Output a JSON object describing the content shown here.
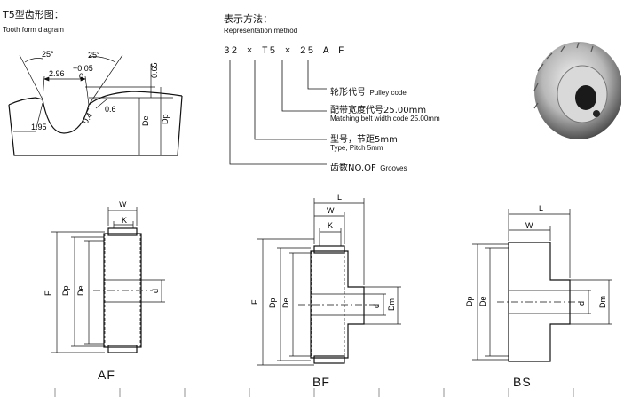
{
  "tooth_form": {
    "title_cn": "T5型齿形图：",
    "title_en": "Tooth form diagram",
    "dims": {
      "angle_left": "25°",
      "angle_right": "25°",
      "width": "2.96",
      "tol_plus": "+0.05",
      "tol_zero": "0",
      "height": "0.65",
      "radius_small": "0.4",
      "radius_big": "0.6",
      "depth": "1.95",
      "de": "De",
      "dp": "Dp"
    }
  },
  "representation": {
    "title_cn": "表示方法：",
    "title_en": "Representation method",
    "code": "32 × T5 × 25   A F",
    "labels": [
      {
        "cn": "轮形代号",
        "en": "Pulley code"
      },
      {
        "cn": "配带宽度代号25.00mm",
        "en": "Matching belt width code 25.00mm"
      },
      {
        "cn": "型号，节距5mm",
        "en": "Type, Pitch 5mm"
      },
      {
        "cn": "齿数NO.OF",
        "en": "Grooves"
      }
    ]
  },
  "pulley_types": {
    "af": {
      "caption": "AF",
      "dims": {
        "w": "W",
        "k": "K",
        "f": "F",
        "dp": "Dp",
        "de": "De",
        "d": "d"
      }
    },
    "bf": {
      "caption": "BF",
      "dims": {
        "l": "L",
        "w": "W",
        "k": "K",
        "f": "F",
        "dp": "Dp",
        "de": "De",
        "d": "d",
        "dm": "Dm"
      }
    },
    "bs": {
      "caption": "BS",
      "dims": {
        "l": "L",
        "w": "W",
        "dp": "Dp",
        "de": "De",
        "d": "d",
        "dm": "Dm"
      }
    }
  }
}
